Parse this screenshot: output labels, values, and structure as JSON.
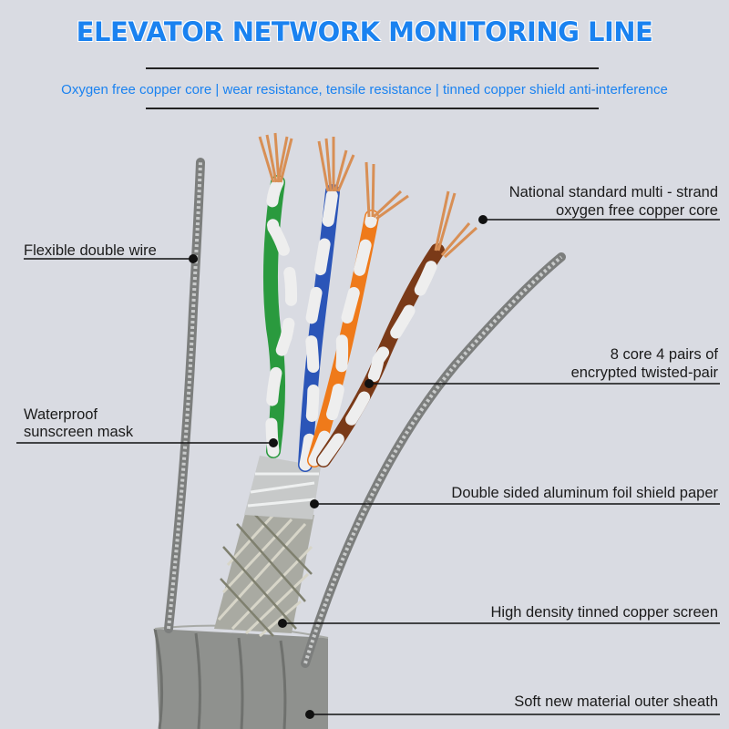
{
  "title": "ELEVATOR NETWORK MONITORING LINE",
  "subtitle": "Oxygen free copper core | wear resistance, tensile resistance | tinned copper shield anti-interference",
  "labels": {
    "flexible_wire": "Flexible double wire",
    "waterproof_1": "Waterproof",
    "waterproof_2": "sunscreen mask",
    "copper_core_1": "National standard multi - strand",
    "copper_core_2": "oxygen free copper core",
    "twisted_pair_1": "8 core 4 pairs of",
    "twisted_pair_2": "encrypted twisted-pair",
    "foil_shield": "Double sided aluminum foil shield paper",
    "copper_screen": "High density tinned copper screen",
    "outer_sheath": "Soft new material outer sheath"
  },
  "colors": {
    "title": "#1a82f0",
    "background": "#d9dbe2",
    "pair_green": "#2a9a3e",
    "pair_blue": "#2b55b8",
    "pair_orange": "#ef7a1a",
    "pair_brown": "#7a3a18",
    "sheath": "#8f918e"
  }
}
